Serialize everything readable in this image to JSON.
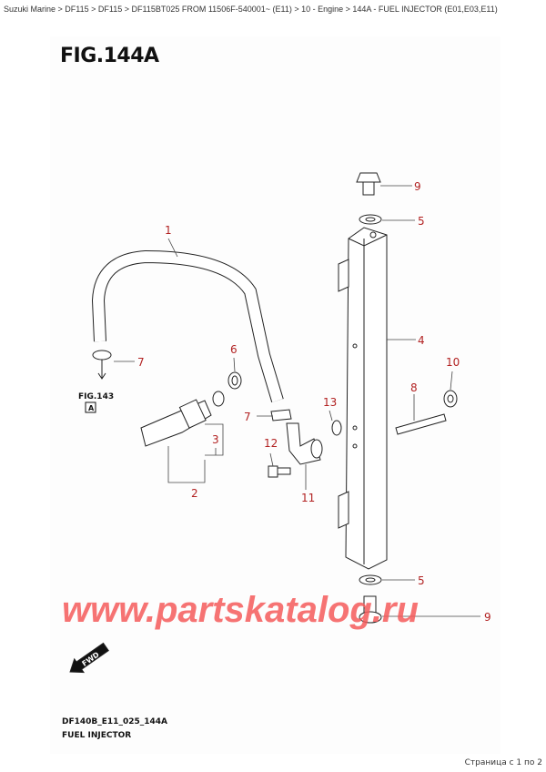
{
  "breadcrumb": "Suzuki Marine > DF115 > DF115 > DF115BT025 FROM 11506F-540001~ (E11) > 10 - Engine > 144A - FUEL INJECTOR (E01,E03,E11)",
  "figure": {
    "title": "FIG.144A",
    "reference_fig": "FIG.143",
    "reference_marker": "A",
    "fwd_label": "FWD",
    "callouts": [
      "9",
      "5",
      "1",
      "4",
      "6",
      "7",
      "10",
      "8",
      "13",
      "7",
      "3",
      "12",
      "2",
      "11",
      "5",
      "9"
    ],
    "drawing_code": "DF140B_E11_025_144A",
    "caption": "FUEL INJECTOR",
    "callout_color": "#b22222"
  },
  "watermark": "www.partskatalog.ru",
  "pager": "Страница с 1 по 2"
}
